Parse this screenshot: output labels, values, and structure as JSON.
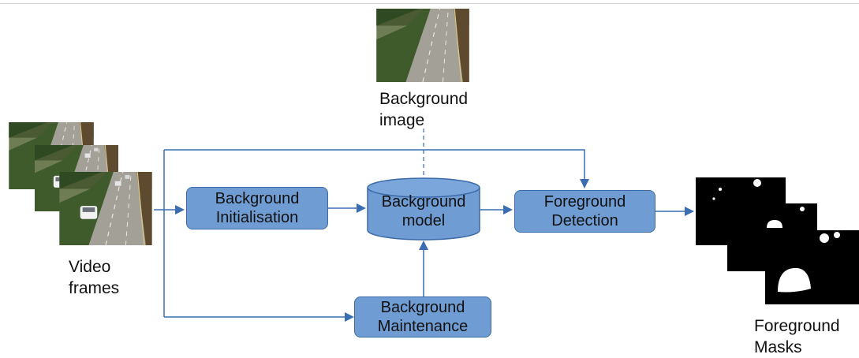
{
  "nodes": {
    "bg_init": {
      "line1": "Background",
      "line2": "Initialisation"
    },
    "bg_model": {
      "line1": "Background",
      "line2": "model"
    },
    "fg_detection": {
      "line1": "Foreground",
      "line2": "Detection"
    },
    "bg_maintenance": {
      "line1": "Background",
      "line2": "Maintenance"
    }
  },
  "labels": {
    "video_frames": {
      "line1": "Video",
      "line2": "frames"
    },
    "background_image": {
      "line1": "Background",
      "line2": "image"
    },
    "foreground_masks": {
      "line1": "Foreground",
      "line2": "Masks"
    }
  },
  "colors": {
    "box_fill": "#6f9cd3",
    "box_border": "#3b6aa8",
    "arrow": "#3a6eb0"
  },
  "icons": [
    "video-frame-thumbnail",
    "background-image-thumbnail",
    "foreground-mask-thumbnail"
  ]
}
